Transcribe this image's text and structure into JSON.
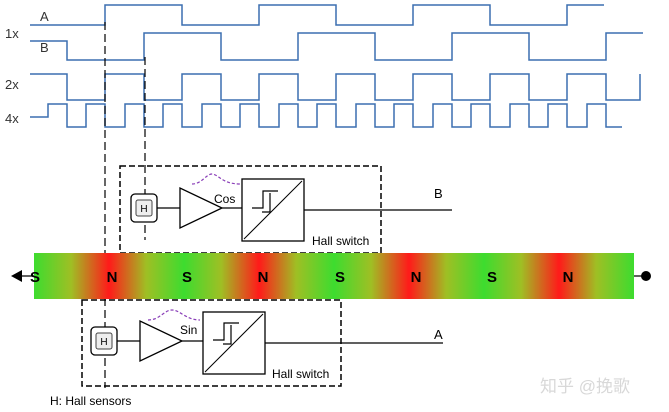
{
  "signals": {
    "a_label": "A",
    "b_label": "B",
    "x1_label": "1x",
    "x2_label": "2x",
    "x4_label": "4x"
  },
  "magnet_poles": [
    "S",
    "N",
    "S",
    "N",
    "S",
    "N",
    "S",
    "N"
  ],
  "sensor_top": {
    "sensor_label": "H",
    "filter_label": "Cos",
    "switch_label": "Hall switch",
    "output_label": "B"
  },
  "sensor_bottom": {
    "sensor_label": "H",
    "filter_label": "Sin",
    "switch_label": "Hall switch",
    "output_label": "A"
  },
  "legend": "H: Hall sensors",
  "watermark": "知乎 @挽歌",
  "colors": {
    "waveform": "#3b6fb0",
    "pole_red": "#ff1a1a",
    "pole_green": "#3ddc2f",
    "dash": "#000000",
    "filter_curve": "#8a3fb8"
  }
}
